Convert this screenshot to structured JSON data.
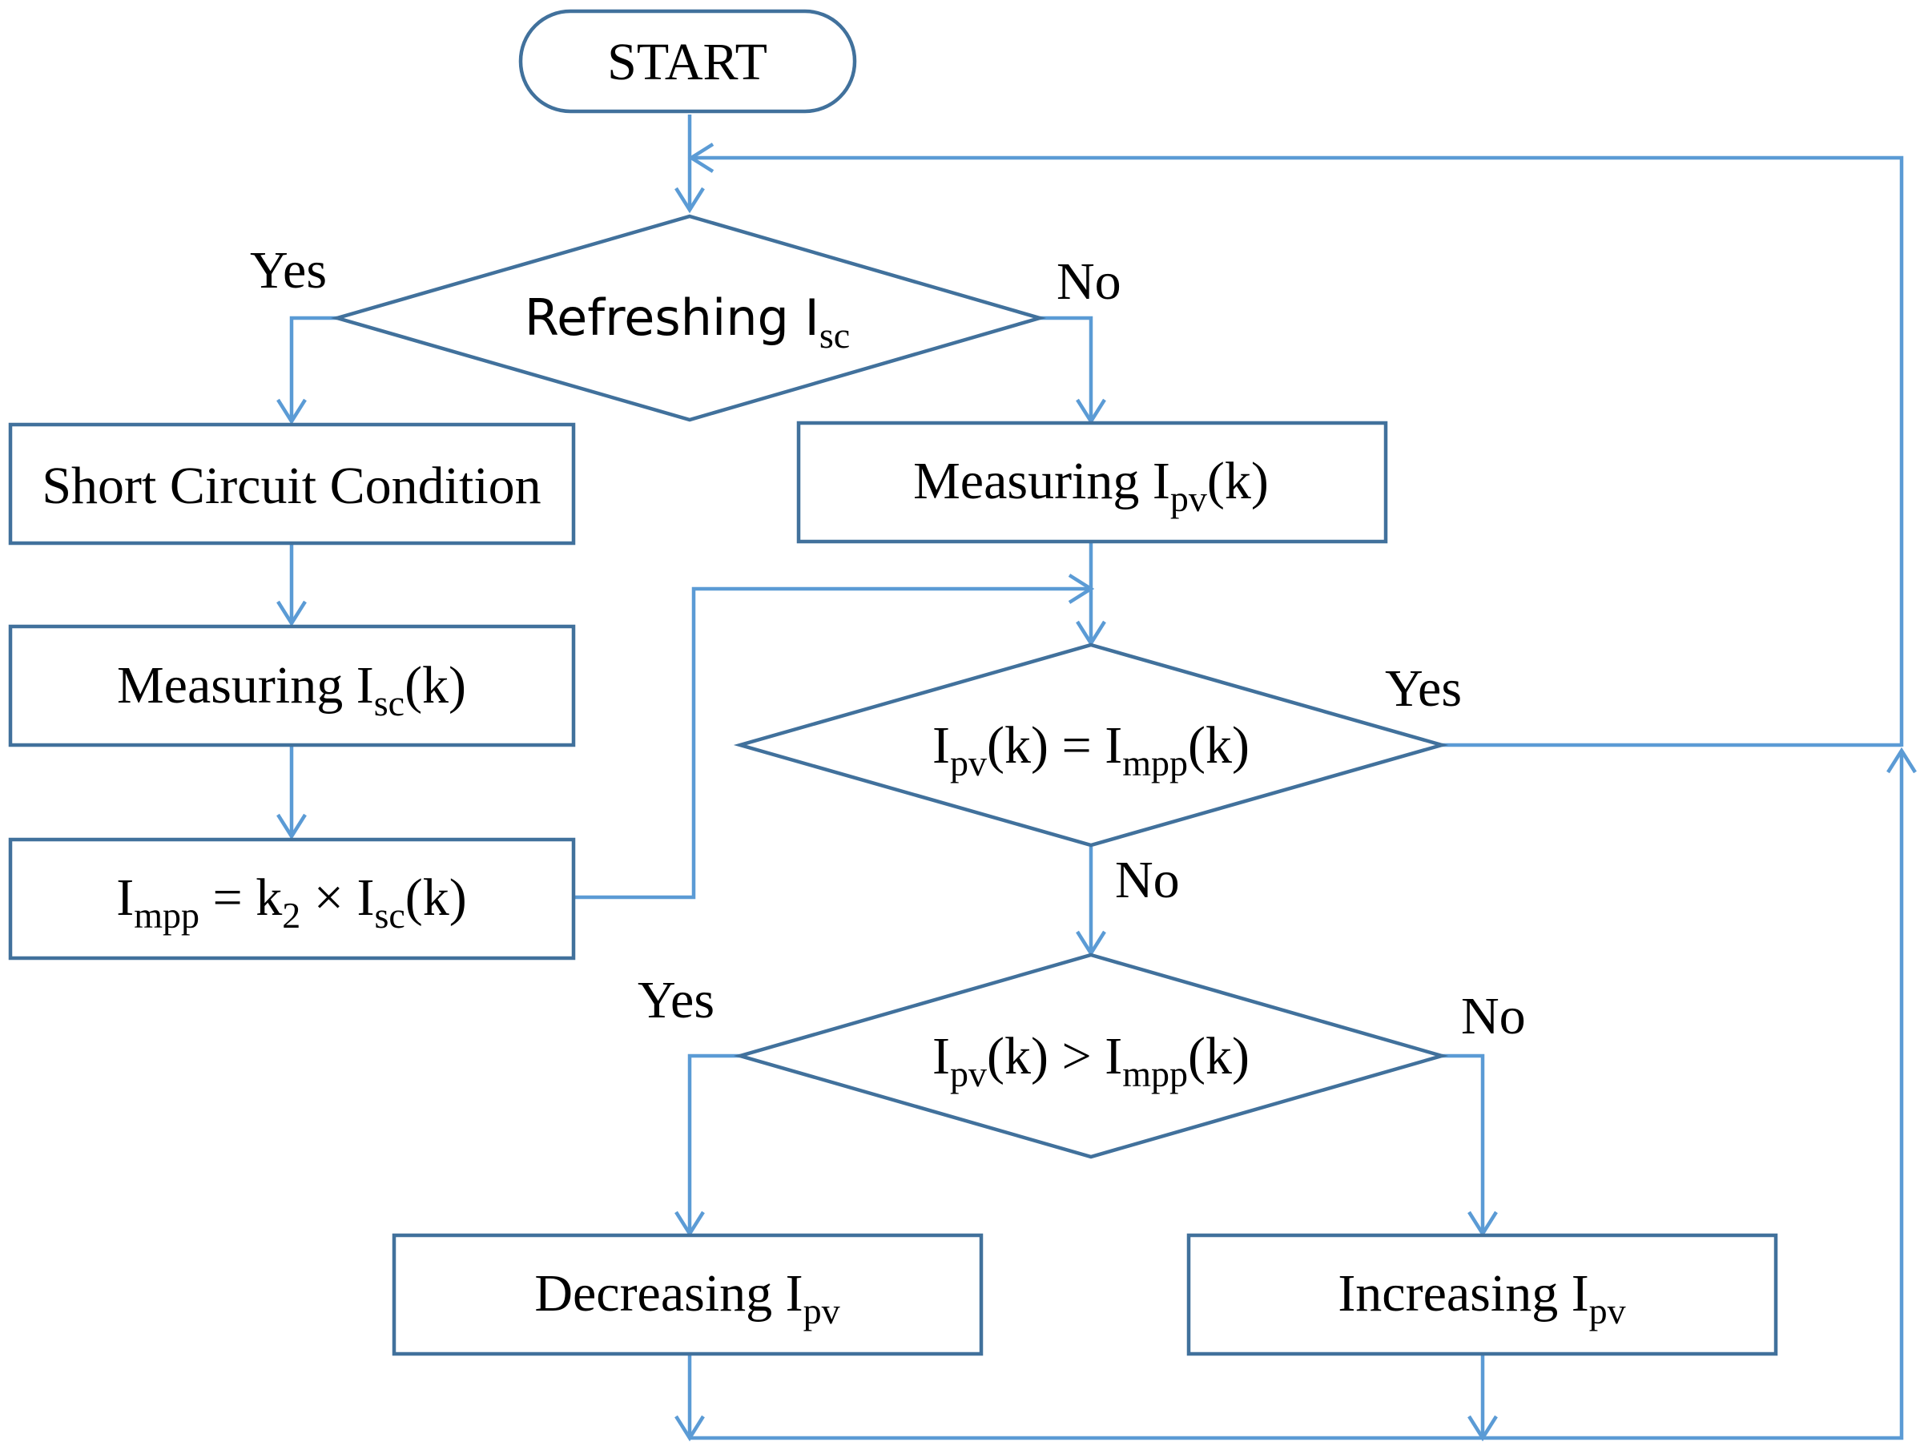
{
  "nodes": {
    "start": {
      "text": "START"
    },
    "refresh_isc": {
      "pre": "Refreshing I",
      "sub": "sc",
      "post": ""
    },
    "short_circuit": {
      "text": "Short Circuit Condition"
    },
    "measure_isc": {
      "pre": "Measuring I",
      "sub": "sc",
      "post": "(k)"
    },
    "impp_calc": {
      "pre": "I",
      "sub1": "mpp",
      "mid1": " = k",
      "sub2": "2",
      "mid2": " × I",
      "sub3": "sc",
      "post": "(k)"
    },
    "measure_ipv": {
      "pre": "Measuring I",
      "sub": "pv",
      "post": "(k)"
    },
    "ipv_equals_impp": {
      "pre": "I",
      "sub1": "pv",
      "mid": "(k) = I",
      "sub2": "mpp",
      "post": "(k)"
    },
    "ipv_greater_impp": {
      "pre": "I",
      "sub1": "pv",
      "mid": "(k) > I",
      "sub2": "mpp",
      "post": "(k)"
    },
    "decreasing_ipv": {
      "pre": "Decreasing I",
      "sub": "pv"
    },
    "increasing_ipv": {
      "pre": "Increasing I",
      "sub": "pv"
    }
  },
  "edge_labels": {
    "refresh_yes": "Yes",
    "refresh_no": "No",
    "equals_yes": "Yes",
    "equals_no": "No",
    "greater_yes": "Yes",
    "greater_no": "No"
  },
  "colors": {
    "node_border": "#41719c",
    "arrow": "#5b9bd5",
    "text": "#000000",
    "background": "#ffffff"
  }
}
